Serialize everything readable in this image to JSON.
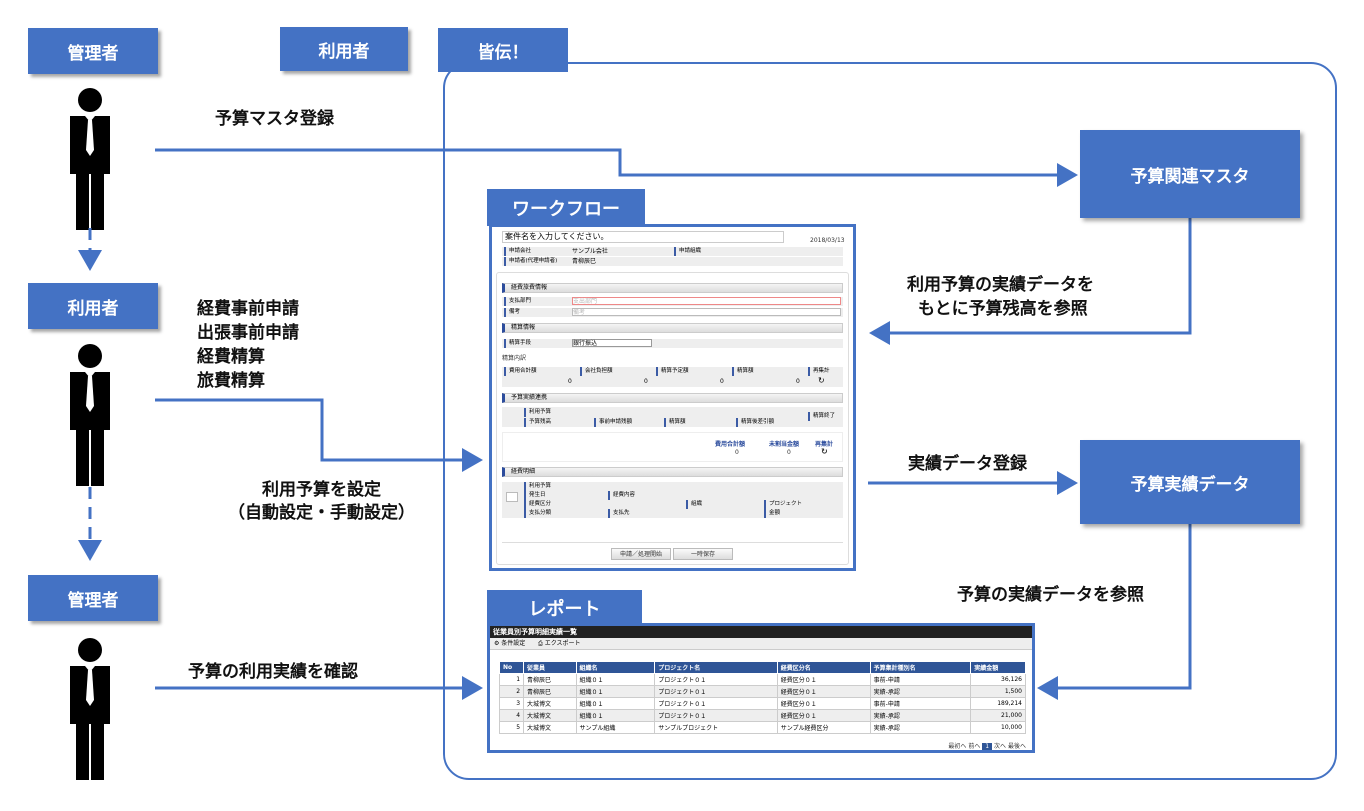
{
  "actors": {
    "admin_top": "管理者",
    "user_header": "利用者",
    "system": "皆伝！",
    "user_mid": "利用者",
    "admin_bottom": "管理者"
  },
  "flows": {
    "master_reg": "予算マスタ登録",
    "user_apps": [
      "経費事前申請",
      "出張事前申請",
      "経費精算",
      "旅費精算"
    ],
    "set_budget": [
      "利用予算を設定",
      "（自動設定・手動設定）"
    ],
    "confirm": "予算の利用実績を確認",
    "refer_balance": [
      "利用予算の実績データを",
      "もとに予算残高を参照"
    ],
    "actual_reg": "実績データ登録",
    "refer_actual": "予算の実績データを参照"
  },
  "nodes": {
    "master": "予算関連マスタ",
    "actual": "予算実績データ"
  },
  "workflow": {
    "tab": "ワークフロー",
    "title_placeholder": "案件名を入力してください。",
    "date": "2018/03/13",
    "applicant_company_label": "申請会社",
    "applicant_company": "サンプル会社",
    "applicant_org_label": "申請組織",
    "applicant_label": "申請者(代理申請者)",
    "applicant": "青柳辰巳",
    "sec1": "経費旅費情報",
    "payee_label": "支払部門",
    "payee_placeholder": "支出部門",
    "note_label": "備考",
    "note_placeholder": "備考",
    "sec2": "精算情報",
    "method_label": "精算手段",
    "method_value": "銀行振込",
    "breakdown": "精算内訳",
    "totals": [
      "費用合計額",
      "会社負担額",
      "精算予定額",
      "精算額",
      "再集計"
    ],
    "zeros": [
      "0",
      "0",
      "0",
      "0"
    ],
    "sec3": "予算実績連携",
    "budget_cols": [
      "利用予算",
      "予算残高",
      "事前申請残額",
      "精算額",
      "精算後差引額",
      "精算終了"
    ],
    "sum_labels": [
      "費用合計額",
      "未割当金額",
      "再集計"
    ],
    "sum_values": [
      "0",
      "0"
    ],
    "sec4": "経費明細",
    "detail_fields": [
      "利用予算",
      "発生日",
      "経費内容",
      "経費区分",
      "組織",
      "プロジェクト",
      "支払分類",
      "支払先",
      "金額"
    ],
    "btn_apply": "申請／処理開始",
    "btn_save": "一時保存"
  },
  "report": {
    "tab": "レポート",
    "title": "従業員別予算明細実績一覧",
    "toolbar": [
      "条件設定",
      "エクスポート"
    ],
    "columns": [
      "No",
      "従業員",
      "組織名",
      "プロジェクト名",
      "経費区分名",
      "予算集計種別名",
      "実績金額"
    ],
    "rows": [
      [
        "1",
        "青柳辰巳",
        "組織０１",
        "プロジェクト０１",
        "経費区分０１",
        "事前-申請",
        "36,126"
      ],
      [
        "2",
        "青柳辰巳",
        "組織０１",
        "プロジェクト０１",
        "経費区分０１",
        "実績-承認",
        "1,500"
      ],
      [
        "3",
        "大城博文",
        "組織０１",
        "プロジェクト０１",
        "経費区分０１",
        "事前-申請",
        "189,214"
      ],
      [
        "4",
        "大城博文",
        "組織０１",
        "プロジェクト０１",
        "経費区分０１",
        "実績-承認",
        "21,000"
      ],
      [
        "5",
        "大城博文",
        "サンプル組織",
        "サンプルプロジェクト",
        "サンプル経費区分",
        "実績-承認",
        "10,000"
      ]
    ],
    "pager": {
      "first": "最初へ",
      "prev": "前へ",
      "current": "1",
      "next": "次へ",
      "last": "最後へ"
    }
  },
  "colors": {
    "accent": "#4472c4"
  }
}
